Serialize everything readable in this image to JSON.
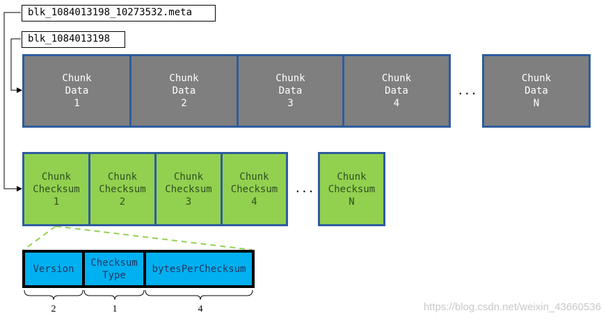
{
  "files": {
    "meta_file": "blk_1084013198_10273532.meta",
    "block_file": "blk_1084013198"
  },
  "data_chunks": [
    {
      "line1": "Chunk",
      "line2": "Data",
      "line3": "1"
    },
    {
      "line1": "Chunk",
      "line2": "Data",
      "line3": "2"
    },
    {
      "line1": "Chunk",
      "line2": "Data",
      "line3": "3"
    },
    {
      "line1": "Chunk",
      "line2": "Data",
      "line3": "4"
    },
    {
      "line1": "Chunk",
      "line2": "Data",
      "line3": "N"
    }
  ],
  "checksum_chunks": [
    {
      "line1": "Chunk",
      "line2": "Checksum",
      "line3": "1"
    },
    {
      "line1": "Chunk",
      "line2": "Checksum",
      "line3": "2"
    },
    {
      "line1": "Chunk",
      "line2": "Checksum",
      "line3": "3"
    },
    {
      "line1": "Chunk",
      "line2": "Checksum",
      "line3": "4"
    },
    {
      "line1": "Chunk",
      "line2": "Checksum",
      "line3": "N"
    }
  ],
  "ellipsis": "...",
  "header_fields": [
    {
      "line1": "Version",
      "line2": "",
      "size": "2"
    },
    {
      "line1": "Checksum",
      "line2": "Type",
      "size": "1"
    },
    {
      "line1": "bytesPerChecksum",
      "line2": "",
      "size": "4"
    }
  ],
  "watermark": "https://blog.csdn.net/weixin_43660536",
  "colors": {
    "data_fill": "#7f7f7f",
    "checksum_fill": "#92d050",
    "header_fill": "#00b0f0",
    "block_border": "#2e5c9e",
    "dashed_line": "#92d050"
  }
}
